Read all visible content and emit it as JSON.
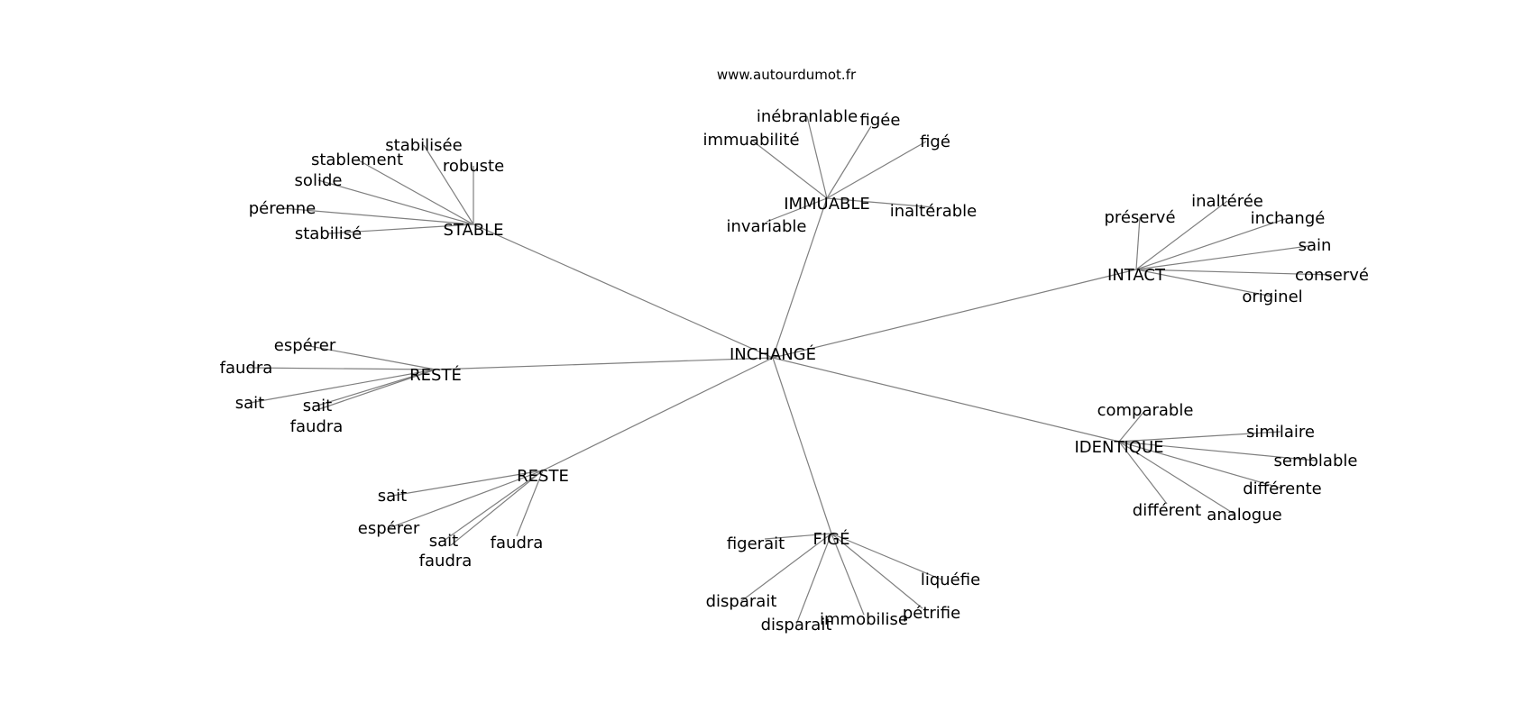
{
  "site": "www.autourdumot.fr",
  "center": {
    "label": "INCHANGÉ"
  },
  "hubs": [
    {
      "id": "stable",
      "label": "STABLE",
      "leaves": [
        "stabilisée",
        "stablement",
        "robuste",
        "solide",
        "pérenne",
        "stabilisé"
      ]
    },
    {
      "id": "immuable",
      "label": "IMMUABLE",
      "leaves": [
        "inébranlable",
        "figée",
        "immuabilité",
        "figé",
        "inaltérable",
        "invariable"
      ]
    },
    {
      "id": "intact",
      "label": "INTACT",
      "leaves": [
        "préservé",
        "inaltérée",
        "inchangé",
        "sain",
        "conservé",
        "originel"
      ]
    },
    {
      "id": "reste-accent",
      "label": "RESTÉ",
      "leaves": [
        "espérer",
        "faudra",
        "sait",
        "sait",
        "faudra"
      ]
    },
    {
      "id": "reste",
      "label": "RESTE",
      "leaves": [
        "sait",
        "espérer",
        "sait",
        "faudra",
        "faudra"
      ]
    },
    {
      "id": "fige",
      "label": "FIGÉ",
      "leaves": [
        "figerait",
        "disparait",
        "disparait",
        "immobilise",
        "pétrifie",
        "liquéfie"
      ]
    },
    {
      "id": "identique",
      "label": "IDENTIQUE",
      "leaves": [
        "comparable",
        "similaire",
        "semblable",
        "différente",
        "différent",
        "analogue"
      ]
    }
  ]
}
